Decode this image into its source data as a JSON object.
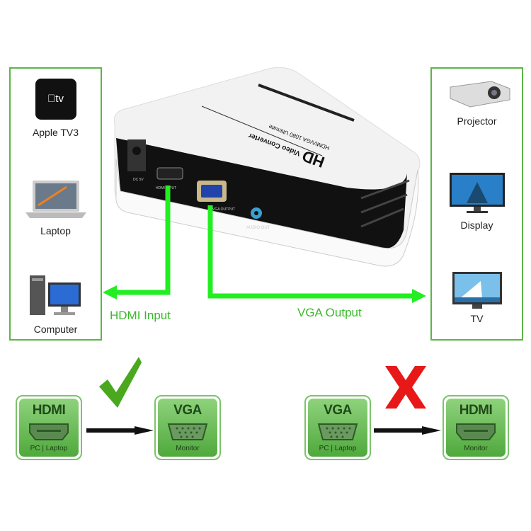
{
  "device": {
    "brand": "HD",
    "title": "Video Converter",
    "subtitle": "HDMI/VGA 1080 Ultimate",
    "ports": [
      "DC 5V",
      "HDMI INPUT",
      "VGA OUTPUT",
      "AUDIO OUT"
    ]
  },
  "sources": [
    {
      "label": "Apple TV3",
      "icon": "apple-tv-icon"
    },
    {
      "label": "Laptop",
      "icon": "laptop-icon"
    },
    {
      "label": "Computer",
      "icon": "computer-icon"
    }
  ],
  "displays": [
    {
      "label": "Projector",
      "icon": "projector-icon"
    },
    {
      "label": "Display",
      "icon": "monitor-icon"
    },
    {
      "label": "TV",
      "icon": "tv-icon"
    }
  ],
  "flows": {
    "input": "HDMI Input",
    "output": "VGA Output"
  },
  "apple_tv_logo": "tv",
  "supported": {
    "from": {
      "title": "HDMI",
      "sub": "PC | Laptop"
    },
    "to": {
      "title": "VGA",
      "sub": "Monitor"
    },
    "mark": "check"
  },
  "unsupported": {
    "from": {
      "title": "VGA",
      "sub": "PC | Laptop"
    },
    "to": {
      "title": "HDMI",
      "sub": "Monitor"
    },
    "mark": "cross"
  },
  "colors": {
    "green_line": "#22ee22",
    "border": "#5cb548",
    "label": "#3cb82c",
    "check": "#4aa81e",
    "cross": "#e81818"
  }
}
